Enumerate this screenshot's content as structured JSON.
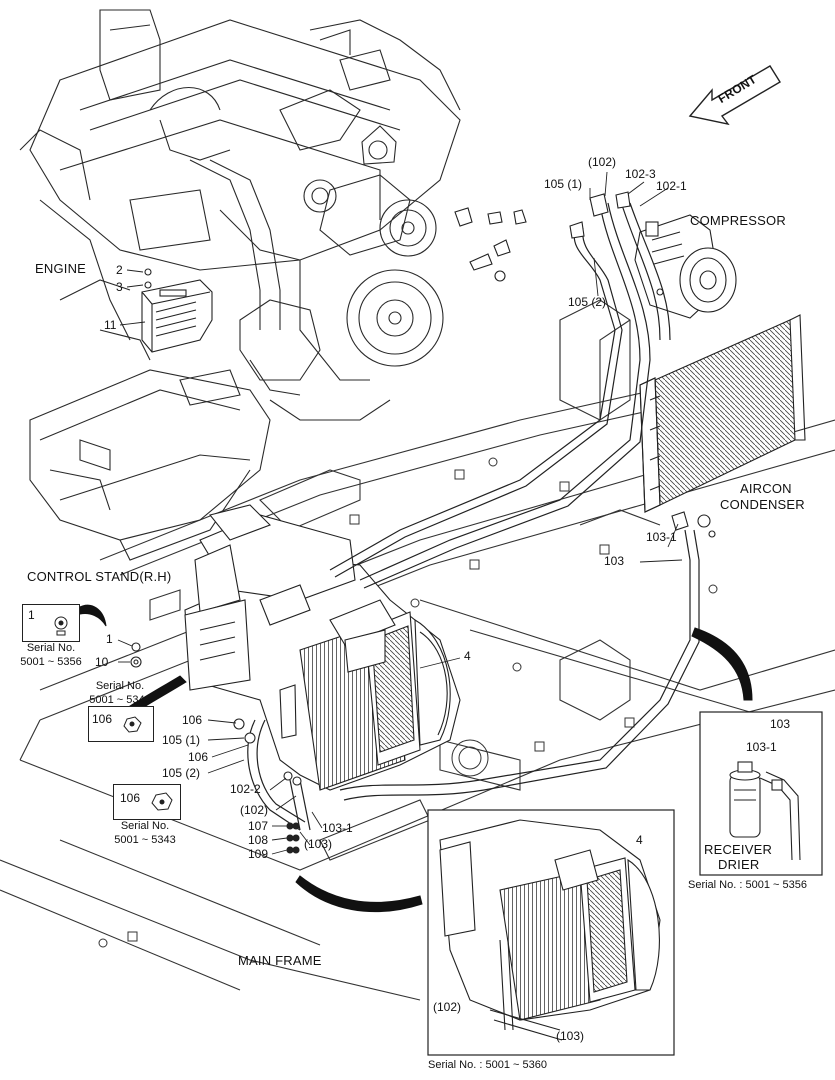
{
  "labels": {
    "front": "FRONT",
    "engine": "ENGINE",
    "compressor": "COMPRESSOR",
    "aircon_condenser_1": "AIRCON",
    "aircon_condenser_2": "CONDENSER",
    "control_stand": "CONTROL STAND(R.H)",
    "main_frame": "MAIN FRAME",
    "receiver_drier_1": "RECEIVER",
    "receiver_drier_2": "DRIER"
  },
  "callouts": {
    "c102_top": "(102)",
    "c102_3": "102-3",
    "c102_1": "102-1",
    "c105_1_top": "105 (1)",
    "c105_2_top": "105 (2)",
    "c2": "2",
    "c3": "3",
    "c11": "11",
    "c103_1_right": "103-1",
    "c103_right": "103",
    "c4_main": "4",
    "c1_box": "1",
    "c1": "1",
    "c10": "10",
    "c106_box": "106",
    "c106_a": "106",
    "c105_1": "105 (1)",
    "c106_b": "106",
    "c105_2": "105 (2)",
    "c102_2": "102-2",
    "c102_low": "(102)",
    "c106_box2": "106",
    "c107": "107",
    "c108": "108",
    "c109": "109",
    "c103_low": "(103)",
    "c103_1_low": "103-1",
    "c4_inset": "4",
    "c102_inset": "(102)",
    "c103_inset": "(103)",
    "c103_rd": "103",
    "c103_1_rd": "103-1"
  },
  "serials": {
    "s1_label": "Serial No.",
    "s1_range": "5001 ~ 5356",
    "s2_label": "Serial No.",
    "s2_range": "5001 ~ 5343",
    "s3_label": "Serial No.",
    "s3_range": "5001 ~ 5343",
    "inset": "Serial No. : 5001 ~ 5360",
    "receiver": "Serial No. : 5001 ~ 5356"
  }
}
